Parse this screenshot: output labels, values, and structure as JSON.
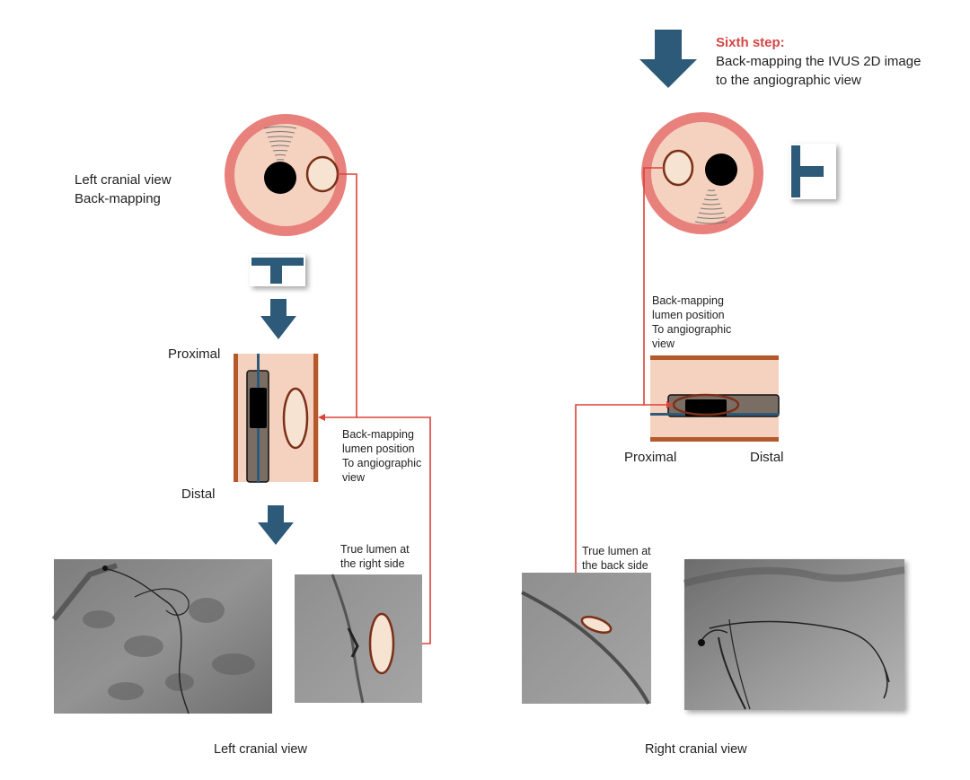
{
  "step": {
    "title": "Sixth step:",
    "line1": "Back-mapping the IVUS 2D image",
    "line2": "to the angiographic view"
  },
  "left_panel": {
    "view_line1": "Left cranial view",
    "view_line2": "Back-mapping",
    "proximal": "Proximal",
    "distal": "Distal",
    "backmap_lines": [
      "Back-mapping",
      "lumen position",
      "To angiographic",
      "view"
    ],
    "true_lumen_lines": [
      "True lumen at",
      "the right side"
    ],
    "caption": "Left cranial view"
  },
  "right_panel": {
    "backmap_lines": [
      "Back-mapping",
      "lumen position",
      "To angiographic",
      "view"
    ],
    "proximal": "Proximal",
    "distal": "Distal",
    "true_lumen_lines": [
      "True lumen at",
      "the back side"
    ],
    "caption": "Right cranial view"
  },
  "colors": {
    "vessel_ring": "#e8807c",
    "vessel_fill": "#f5d2bf",
    "arrow": "#2e5a7a",
    "connector": "#d9433a",
    "wall": "#b4592c",
    "catheter": "#7a6e64",
    "angiogram": "#8a8a8a"
  }
}
